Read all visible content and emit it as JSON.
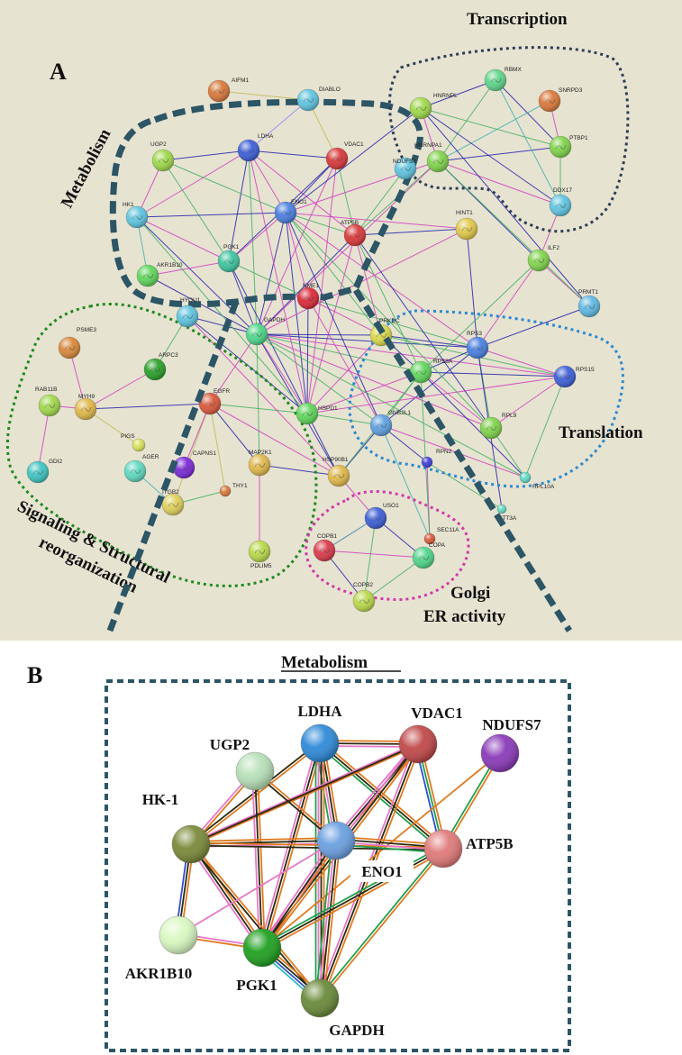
{
  "panel_a": {
    "label": "A",
    "groups": {
      "transcription": "Transcription",
      "metabolism": "Metabolism",
      "signaling_line1": "Signaling & Structural",
      "signaling_line2": "reorganization",
      "translation": "Translation",
      "golgi_line1": "Golgi",
      "golgi_line2": "ER activity"
    },
    "node_labels": {
      "AIFM1": "AIFM1",
      "DIABLO": "DIABLO",
      "RBMX": "RBMX",
      "SNRPD3": "SNRPD3",
      "HNRNPL": "HNRNPL",
      "PTBP1": "PTBP1",
      "HNRNPA1": "HNRNPA1",
      "DDX17": "DDX17",
      "UGP2": "UGP2",
      "LDHA": "LDHA",
      "VDAC1": "VDAC1",
      "NDUFS7": "NDUFS7",
      "HK1": "HK1",
      "ENO1": "ENO1",
      "ATP5B": "ATP5B",
      "HINT1": "HINT1",
      "AKR1B10": "AKR1B10",
      "PGK1": "PGK1",
      "ILF2": "ILF2",
      "PRMT1": "PRMT1",
      "NME1": "NME1",
      "HYOU1": "HYOU1",
      "GAPDH": "GAPDH",
      "PRKDC": "PRKDC",
      "PSME3": "PSME3",
      "ARPC3": "ARPC3",
      "RPS3": "RPS3",
      "RPS3A": "RPS3A",
      "RPS15": "RPS15",
      "RAB11B": "RAB11B",
      "MYH9": "MYH9",
      "EGFR": "EGFR",
      "HSPD1": "HSPD1",
      "GNB2L1": "GNB2L1",
      "RPL9": "RPL9",
      "PIGS": "PIGS",
      "GDI2": "GDI2",
      "AGER": "AGER",
      "CAPNS1": "CAPNS1",
      "MAP2K1": "MAP2K1",
      "HSP90B1": "HSP90B1",
      "RPN2": "RPN2",
      "RPL10A": "RPL10A",
      "ITGB2": "ITGB2",
      "THY1": "THY1",
      "STT3A": "STT3A",
      "USO1": "USO1",
      "SEC11A": "SEC11A",
      "COPB1": "COPB1",
      "COPA": "COPA",
      "PDLIM5": "PDLIM5",
      "COPB2": "COPB2"
    },
    "node_colors": {
      "AIFM1": "#d9783a",
      "DIABLO": "#5fc4e0",
      "RBMX": "#5fd58a",
      "SNRPD3": "#d9783a",
      "HNRNPL": "#9fd84a",
      "PTBP1": "#7fd34a",
      "HNRNPA1": "#7fd34a",
      "DDX17": "#5fc4e0",
      "UGP2": "#9fd84a",
      "LDHA": "#3d5fd6",
      "VDAC1": "#d9383a",
      "NDUFS7": "#5fc4e0",
      "HK1": "#5fc4e0",
      "ENO1": "#4a7fe0",
      "ATP5B": "#d9383a",
      "HINT1": "#e0c84a",
      "AKR1B10": "#5fd55a",
      "PGK1": "#3fc4a0",
      "ILF2": "#7fd34a",
      "PRMT1": "#5fb8e0",
      "NME1": "#d92a3a",
      "HYOU1": "#5fc4e0",
      "GAPDH": "#4fd58a",
      "PRKDC": "#d8d84a",
      "PSME3": "#d9883a",
      "ARPC3": "#2aa02a",
      "RPS3": "#4a7fe0",
      "RPS3A": "#5fd55a",
      "RPS15": "#3d5fd6",
      "RAB11B": "#9fd84a",
      "MYH9": "#e0b84a",
      "EGFR": "#d9583a",
      "HSPD1": "#5fd55a",
      "GNB2L1": "#5fa0e0",
      "RPL9": "#7fd34a",
      "PIGS": "#d8e05a",
      "GDI2": "#3fc4c0",
      "AGER": "#5fd8c0",
      "CAPNS1": "#7a2ad6",
      "MAP2K1": "#e0b84a",
      "HSP90B1": "#e0b84a",
      "RPN2": "#3d3fd6",
      "RPL10A": "#5fd8c0",
      "ITGB2": "#e0d05a",
      "THY1": "#d9783a",
      "STT3A": "#5fd8c0",
      "USO1": "#3d5fd6",
      "SEC11A": "#d9583a",
      "COPB1": "#d93a4a",
      "COPA": "#4fd58a",
      "PDLIM5": "#b8d84a",
      "COPB2": "#b8d84a"
    },
    "group_colors": {
      "metabolism": "#2c5566",
      "transcription": "#2c3e55",
      "signaling": "#1f8a1f",
      "translation": "#2a8ad0",
      "golgi": "#d03aa8"
    }
  },
  "panel_b": {
    "label": "B",
    "title": "Metabolism",
    "node_labels": {
      "LDHA": "LDHA",
      "VDAC1": "VDAC1",
      "UGP2": "UGP2",
      "NDUFS7": "NDUFS7",
      "HK1": "HK-1",
      "ENO1": "ENO1",
      "ATP5B": "ATP5B",
      "AKR1B10": "AKR1B10",
      "PGK1": "PGK1",
      "GAPDH": "GAPDH"
    },
    "node_colors": {
      "LDHA": "#2f8ad8",
      "VDAC1": "#c04848",
      "UGP2": "#b8e0b8",
      "NDUFS7": "#8a3ab8",
      "HK1": "#7a8a3a",
      "ENO1": "#6aa0e0",
      "ATP5B": "#e07a7a",
      "AKR1B10": "#d8f8c0",
      "PGK1": "#20a020",
      "GAPDH": "#6a8a3a"
    },
    "edge_colors": [
      "#e07a20",
      "#2a2a10",
      "#e878c8",
      "#20a050",
      "#3050d0",
      "#30c0c0"
    ]
  }
}
